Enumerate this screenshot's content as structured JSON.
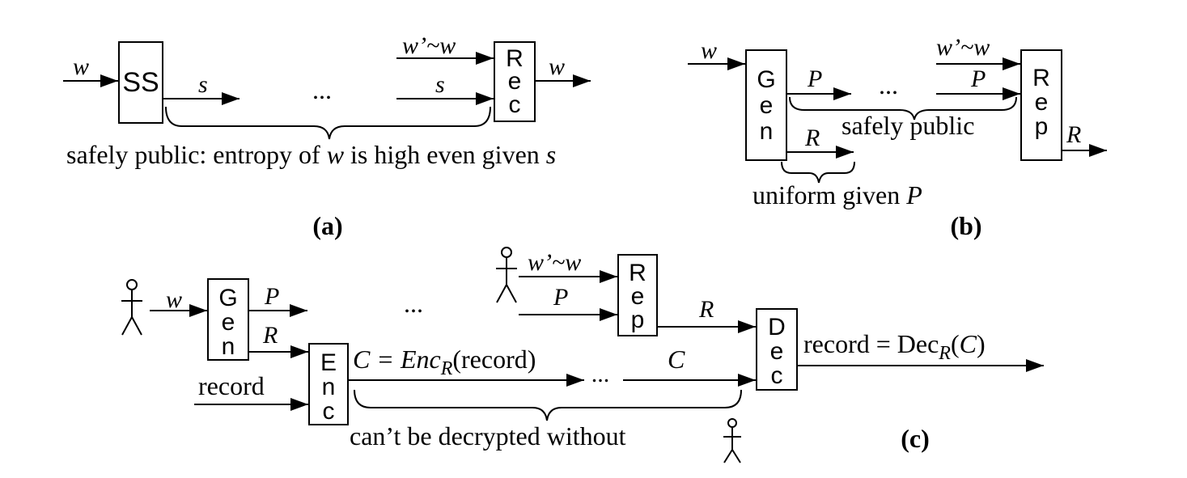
{
  "panel_a": {
    "caption": "(a)",
    "box_ss": "SS",
    "box_rec": "Rec",
    "in_w": "w",
    "out_s": "s",
    "dots": "...",
    "in_wprime": "w’~w",
    "in_s": "s",
    "out_w": "w",
    "brace_label_prefix": "safely public: entropy of ",
    "brace_label_w": "w",
    "brace_label_mid": " is high even given ",
    "brace_label_s": "s"
  },
  "panel_b": {
    "caption": "(b)",
    "box_gen": "Gen",
    "box_rep": "Rep",
    "in_w": "w",
    "out_p": "P",
    "dots": "...",
    "out_r": "R",
    "in_wprime": "w’~w",
    "in_p": "P",
    "out_r_rep": "R",
    "brace_public_label": "safely public",
    "brace_uniform_prefix": "uniform given ",
    "brace_uniform_p": "P"
  },
  "panel_c": {
    "caption": "(c)",
    "box_gen": "Gen",
    "box_enc": "Enc",
    "box_rep": "Rep",
    "box_dec": "Dec",
    "in_w": "w",
    "out_p": "P",
    "out_r": "R",
    "dots_top": "...",
    "in_record": "record",
    "enc_out_prefix": "C = Enc",
    "enc_out_sub": "R",
    "enc_out_suffix": "(record)",
    "dots_mid": "...",
    "c_label": "C",
    "rep_in_wprime": "w’~w",
    "rep_in_p": "P",
    "rep_out_r": "R",
    "dec_out_prefix": "record = Dec",
    "dec_out_sub": "R",
    "dec_out_open": "(",
    "dec_out_c": "C",
    "dec_out_close": ")",
    "brace_label": "can’t be decrypted without"
  }
}
